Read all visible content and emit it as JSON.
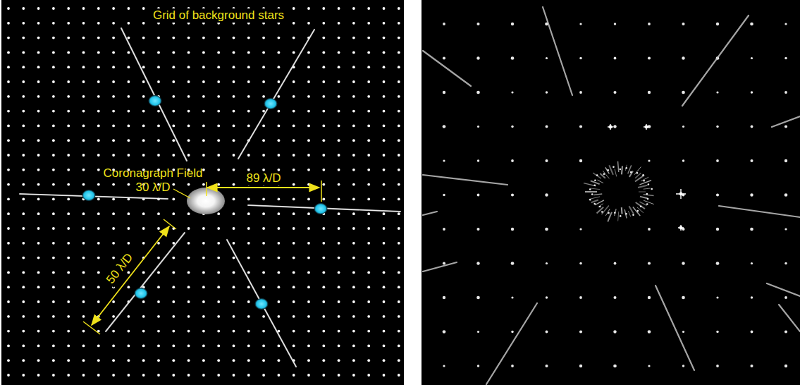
{
  "diagram": {
    "labels": [
      "Grid of background stars",
      "Coronagraph Field 30 λ/D",
      "89 λ/D",
      "50 λ/D"
    ]
  }
}
